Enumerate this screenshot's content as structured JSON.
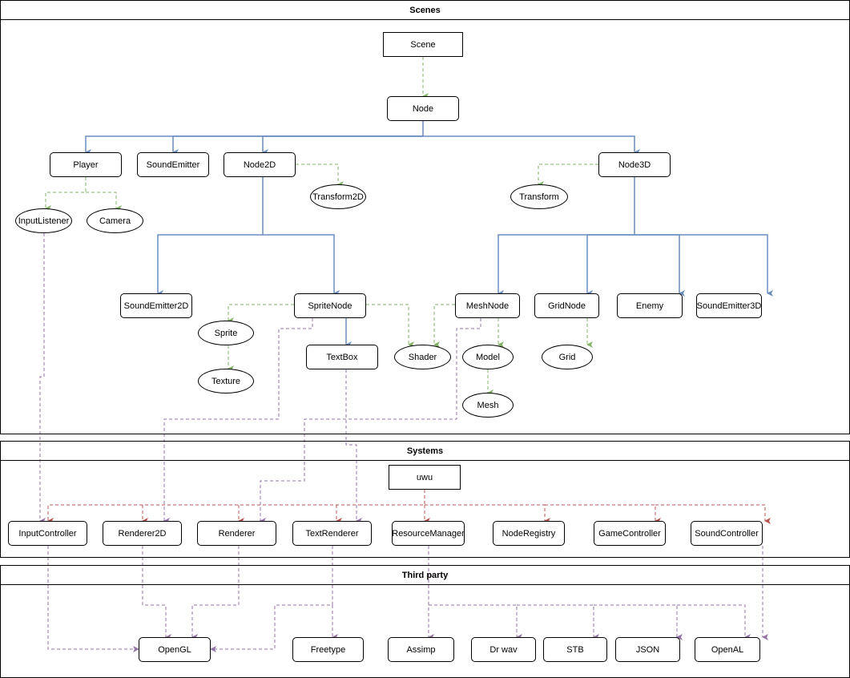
{
  "colors": {
    "inherit": "#6c8ebf",
    "compose": "#82b366",
    "system": "#b85450",
    "uses": "#9673a6"
  },
  "lanes": [
    {
      "id": "scenes",
      "title": "Scenes"
    },
    {
      "id": "systems",
      "title": "Systems"
    },
    {
      "id": "third_party",
      "title": "Third party"
    }
  ],
  "nodes": {
    "scene": {
      "label": "Scene",
      "shape": "square"
    },
    "node": {
      "label": "Node",
      "shape": "rounded"
    },
    "player": {
      "label": "Player",
      "shape": "rounded"
    },
    "soundemitter": {
      "label": "SoundEmitter",
      "shape": "rounded"
    },
    "node2d": {
      "label": "Node2D",
      "shape": "rounded"
    },
    "transform2d": {
      "label": "Transform2D",
      "shape": "ellipse"
    },
    "node3d": {
      "label": "Node3D",
      "shape": "rounded"
    },
    "transform": {
      "label": "Transform",
      "shape": "ellipse"
    },
    "inputlistener": {
      "label": "InputListener",
      "shape": "ellipse"
    },
    "camera": {
      "label": "Camera",
      "shape": "ellipse"
    },
    "soundemitter2d": {
      "label": "SoundEmitter2D",
      "shape": "rounded"
    },
    "spritenode": {
      "label": "SpriteNode",
      "shape": "rounded"
    },
    "sprite": {
      "label": "Sprite",
      "shape": "ellipse"
    },
    "texture": {
      "label": "Texture",
      "shape": "ellipse"
    },
    "textbox": {
      "label": "TextBox",
      "shape": "rounded"
    },
    "shader": {
      "label": "Shader",
      "shape": "ellipse"
    },
    "meshnode": {
      "label": "MeshNode",
      "shape": "rounded"
    },
    "model": {
      "label": "Model",
      "shape": "ellipse"
    },
    "mesh": {
      "label": "Mesh",
      "shape": "ellipse"
    },
    "gridnode": {
      "label": "GridNode",
      "shape": "rounded"
    },
    "grid": {
      "label": "Grid",
      "shape": "ellipse"
    },
    "enemy": {
      "label": "Enemy",
      "shape": "rounded"
    },
    "soundemitter3d": {
      "label": "SoundEmitter3D",
      "shape": "rounded"
    },
    "uwu": {
      "label": "uwu",
      "shape": "square"
    },
    "inputcontroller": {
      "label": "InputController",
      "shape": "rounded"
    },
    "renderer2d": {
      "label": "Renderer2D",
      "shape": "rounded"
    },
    "renderer": {
      "label": "Renderer",
      "shape": "rounded"
    },
    "textrenderer": {
      "label": "TextRenderer",
      "shape": "rounded"
    },
    "resourcemanager": {
      "label": "ResourceManager",
      "shape": "rounded"
    },
    "noderegistry": {
      "label": "NodeRegistry",
      "shape": "rounded"
    },
    "gamecontroller": {
      "label": "GameController",
      "shape": "rounded"
    },
    "soundcontroller": {
      "label": "SoundController",
      "shape": "rounded"
    },
    "opengl": {
      "label": "OpenGL",
      "shape": "rounded"
    },
    "freetype": {
      "label": "Freetype",
      "shape": "rounded"
    },
    "assimp": {
      "label": "Assimp",
      "shape": "rounded"
    },
    "drwav": {
      "label": "Dr wav",
      "shape": "rounded"
    },
    "stb": {
      "label": "STB",
      "shape": "rounded"
    },
    "json": {
      "label": "JSON",
      "shape": "rounded"
    },
    "openal": {
      "label": "OpenAL",
      "shape": "rounded"
    }
  },
  "edges": [
    {
      "from": "scene",
      "to": "node",
      "kind": "compose"
    },
    {
      "from": "node",
      "to": "player",
      "kind": "inherit"
    },
    {
      "from": "node",
      "to": "soundemitter",
      "kind": "inherit"
    },
    {
      "from": "node",
      "to": "node2d",
      "kind": "inherit"
    },
    {
      "from": "node",
      "to": "node3d",
      "kind": "inherit"
    },
    {
      "from": "node2d",
      "to": "transform2d",
      "kind": "compose"
    },
    {
      "from": "node3d",
      "to": "transform",
      "kind": "compose"
    },
    {
      "from": "player",
      "to": "inputlistener",
      "kind": "compose"
    },
    {
      "from": "player",
      "to": "camera",
      "kind": "compose"
    },
    {
      "from": "node2d",
      "to": "soundemitter2d",
      "kind": "inherit"
    },
    {
      "from": "node2d",
      "to": "spritenode",
      "kind": "inherit"
    },
    {
      "from": "node3d",
      "to": "meshnode",
      "kind": "inherit"
    },
    {
      "from": "node3d",
      "to": "gridnode",
      "kind": "inherit"
    },
    {
      "from": "node3d",
      "to": "enemy",
      "kind": "inherit"
    },
    {
      "from": "node3d",
      "to": "soundemitter3d",
      "kind": "inherit"
    },
    {
      "from": "spritenode",
      "to": "sprite",
      "kind": "compose"
    },
    {
      "from": "sprite",
      "to": "texture",
      "kind": "compose"
    },
    {
      "from": "spritenode",
      "to": "textbox",
      "kind": "inherit"
    },
    {
      "from": "spritenode",
      "to": "shader",
      "kind": "compose"
    },
    {
      "from": "meshnode",
      "to": "shader",
      "kind": "compose"
    },
    {
      "from": "meshnode",
      "to": "model",
      "kind": "compose"
    },
    {
      "from": "model",
      "to": "mesh",
      "kind": "compose"
    },
    {
      "from": "gridnode",
      "to": "grid",
      "kind": "compose"
    },
    {
      "from": "uwu",
      "to": "inputcontroller",
      "kind": "system"
    },
    {
      "from": "uwu",
      "to": "renderer2d",
      "kind": "system"
    },
    {
      "from": "uwu",
      "to": "renderer",
      "kind": "system"
    },
    {
      "from": "uwu",
      "to": "textrenderer",
      "kind": "system"
    },
    {
      "from": "uwu",
      "to": "resourcemanager",
      "kind": "system"
    },
    {
      "from": "uwu",
      "to": "noderegistry",
      "kind": "system"
    },
    {
      "from": "uwu",
      "to": "gamecontroller",
      "kind": "system"
    },
    {
      "from": "uwu",
      "to": "soundcontroller",
      "kind": "system"
    },
    {
      "from": "inputlistener",
      "to": "inputcontroller",
      "kind": "uses"
    },
    {
      "from": "spritenode",
      "to": "renderer2d",
      "kind": "uses"
    },
    {
      "from": "meshnode",
      "to": "renderer",
      "kind": "uses"
    },
    {
      "from": "textbox",
      "to": "textrenderer",
      "kind": "uses"
    },
    {
      "from": "inputcontroller",
      "to": "opengl",
      "kind": "uses"
    },
    {
      "from": "renderer2d",
      "to": "opengl",
      "kind": "uses"
    },
    {
      "from": "renderer",
      "to": "opengl",
      "kind": "uses"
    },
    {
      "from": "textrenderer",
      "to": "opengl",
      "kind": "uses"
    },
    {
      "from": "textrenderer",
      "to": "freetype",
      "kind": "uses"
    },
    {
      "from": "resourcemanager",
      "to": "assimp",
      "kind": "uses"
    },
    {
      "from": "resourcemanager",
      "to": "drwav",
      "kind": "uses"
    },
    {
      "from": "resourcemanager",
      "to": "stb",
      "kind": "uses"
    },
    {
      "from": "resourcemanager",
      "to": "json",
      "kind": "uses"
    },
    {
      "from": "resourcemanager",
      "to": "openal",
      "kind": "uses"
    },
    {
      "from": "soundcontroller",
      "to": "openal",
      "kind": "uses"
    }
  ]
}
